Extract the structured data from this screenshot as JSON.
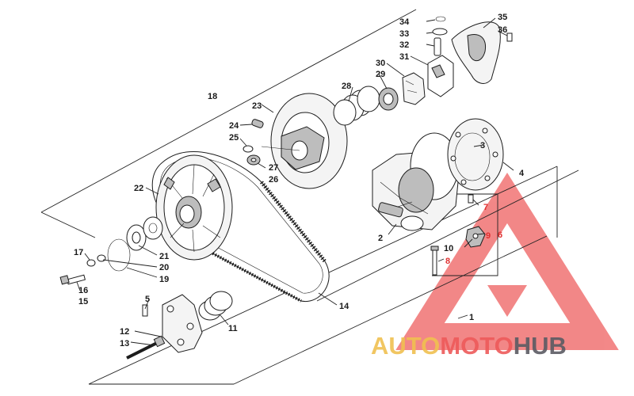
{
  "diagram": {
    "callouts": [
      {
        "id": "c1",
        "text": "1"
      },
      {
        "id": "c2",
        "text": "2"
      },
      {
        "id": "c3",
        "text": "3"
      },
      {
        "id": "c4",
        "text": "4"
      },
      {
        "id": "c5",
        "text": "5"
      },
      {
        "id": "c6",
        "text": "6"
      },
      {
        "id": "c7",
        "text": "7"
      },
      {
        "id": "c8",
        "text": "8"
      },
      {
        "id": "c9",
        "text": "9"
      },
      {
        "id": "c10",
        "text": "10"
      },
      {
        "id": "c11",
        "text": "11"
      },
      {
        "id": "c12",
        "text": "12"
      },
      {
        "id": "c13",
        "text": "13"
      },
      {
        "id": "c14",
        "text": "14"
      },
      {
        "id": "c15",
        "text": "15"
      },
      {
        "id": "c16",
        "text": "16"
      },
      {
        "id": "c17",
        "text": "17"
      },
      {
        "id": "c18",
        "text": "18"
      },
      {
        "id": "c19",
        "text": "19"
      },
      {
        "id": "c20",
        "text": "20"
      },
      {
        "id": "c21",
        "text": "21"
      },
      {
        "id": "c22",
        "text": "22"
      },
      {
        "id": "c23",
        "text": "23"
      },
      {
        "id": "c24",
        "text": "24"
      },
      {
        "id": "c25",
        "text": "25"
      },
      {
        "id": "c26",
        "text": "26"
      },
      {
        "id": "c27",
        "text": "27"
      },
      {
        "id": "c28",
        "text": "28"
      },
      {
        "id": "c29",
        "text": "29"
      },
      {
        "id": "c30",
        "text": "30"
      },
      {
        "id": "c31",
        "text": "31"
      },
      {
        "id": "c32",
        "text": "32"
      },
      {
        "id": "c33",
        "text": "33"
      },
      {
        "id": "c34",
        "text": "34"
      },
      {
        "id": "c35",
        "text": "35"
      },
      {
        "id": "c36",
        "text": "36"
      }
    ]
  },
  "watermark": {
    "part1": "AUTO",
    "part2": "MOTO",
    "part3": "HUB",
    "colors": {
      "auto": "#f0c050",
      "moto": "#ee5a5a",
      "hub": "#5b5b63",
      "triangle": "#ee5a5a"
    }
  }
}
